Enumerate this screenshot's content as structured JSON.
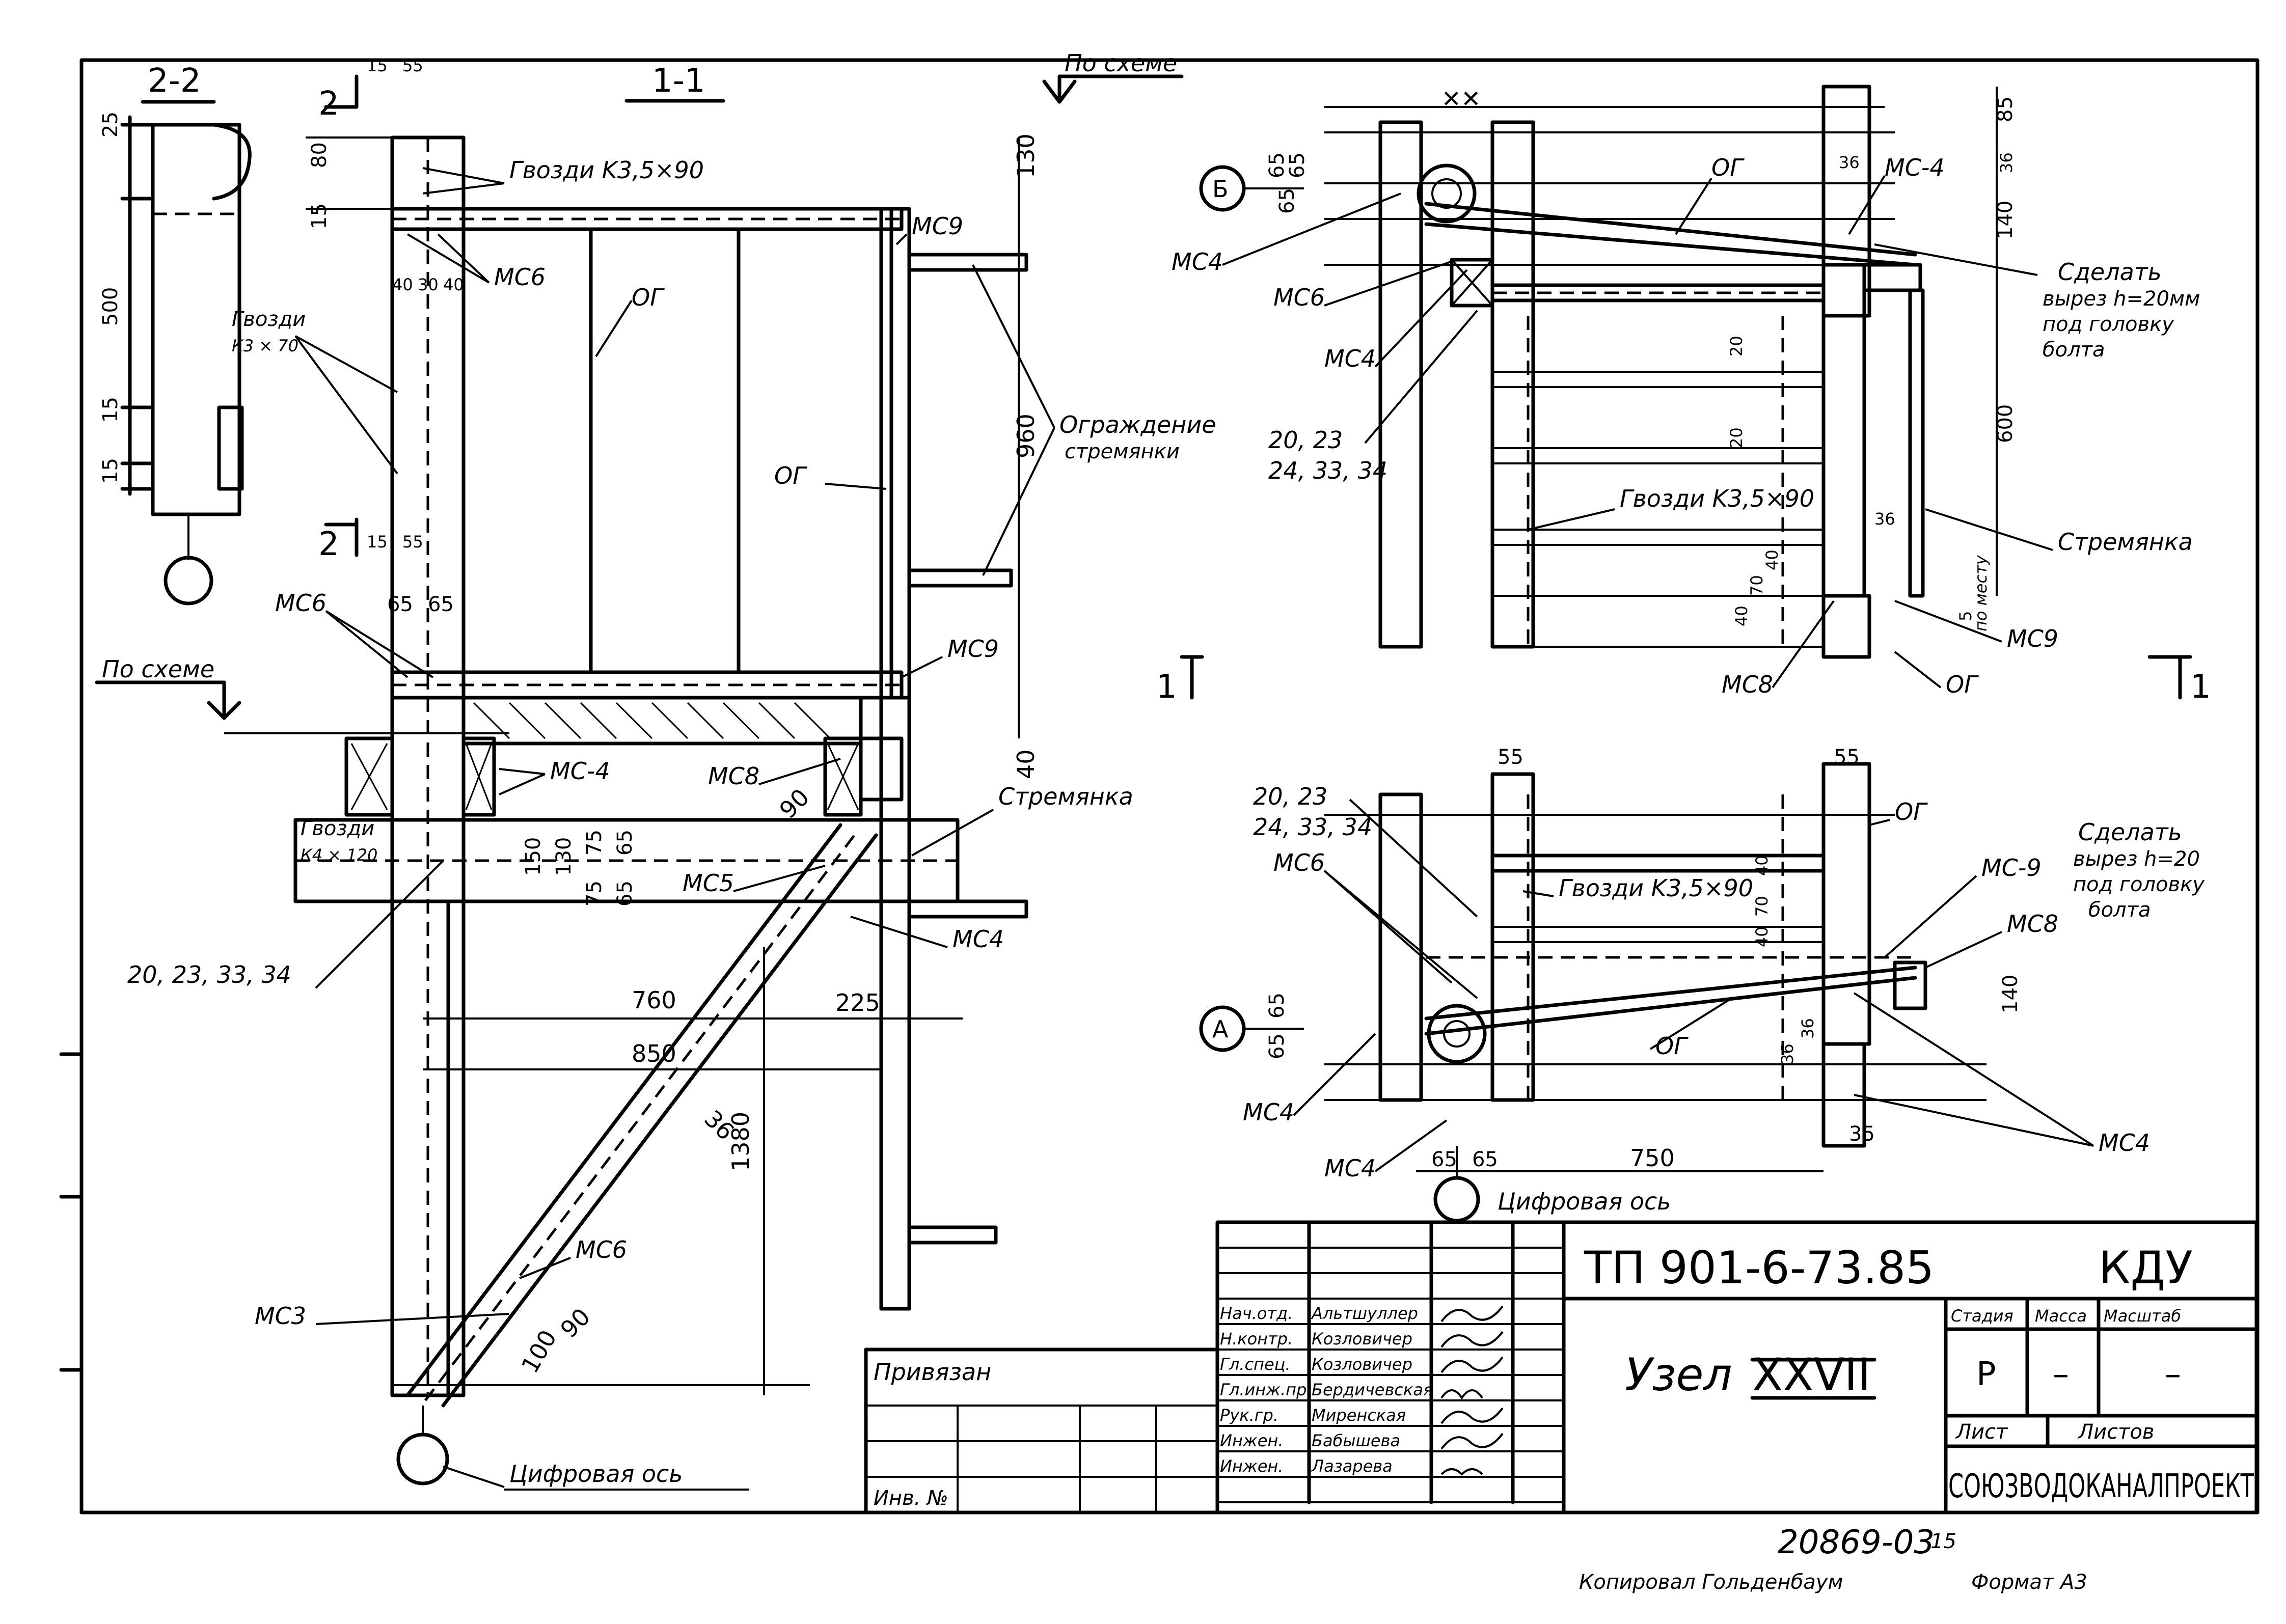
{
  "section_labels": {
    "sec22": "2-2",
    "sec11": "1-1",
    "mark2a": "2",
    "mark2b": "2",
    "mark1a": "1",
    "mark1b": "1"
  },
  "levels": {
    "po_skheme_top": "По схеме",
    "po_skheme_left": "По схеме"
  },
  "nails": {
    "k35x90": "Гвозди K3,5×90",
    "k3x70_1": "Гвозди",
    "k3x70_2": "К3 × 70",
    "k4x120_1": "Гвозди",
    "k4x120_2": "К4 × 120"
  },
  "marks": {
    "mc6": "МС6",
    "mc9": "МС9",
    "mc4": "МС4",
    "mc_4": "МС-4",
    "mc8": "МС8",
    "mc5": "МС5",
    "mc3": "МС3",
    "mc_9": "МС-9",
    "og": "ОГ",
    "og_cap": "ОГ"
  },
  "labels": {
    "ograzhdenie1": "Ограждение",
    "ograzhdenie2": "стремянки",
    "stremyanka": "Стремянка",
    "items1": "20, 23, 33, 34",
    "items2a": "20, 23",
    "items2b": "24, 33, 34",
    "axis": "Цифровая ось",
    "b_circle": "Б",
    "a_circle": "А",
    "sdelat1a": "Сделать",
    "sdelat1b": "вырез h=20мм",
    "sdelat1c": "под головку",
    "sdelat1d": "болта",
    "sdelat2a": "Сделать",
    "sdelat2b": "вырез h=20",
    "sdelat2c": "под головку",
    "sdelat2d": "болта",
    "po_mestu": "по месту"
  },
  "dims": {
    "d15": "15",
    "d55": "55",
    "d25": "25",
    "d500": "500",
    "d80": "80",
    "d130": "130",
    "d960": "960",
    "d40": "40",
    "d65": "65",
    "d150": "150",
    "d75": "75",
    "d760": "760",
    "d850": "850",
    "d225": "225",
    "d1380": "1380",
    "d36": "36",
    "d90": "90",
    "d100": "100",
    "d85": "85",
    "d140": "140",
    "d20": "20",
    "d600": "600",
    "d70": "70",
    "d750": "750",
    "d35": "35",
    "d5": "5",
    "d30": "30"
  },
  "title_block": {
    "code": "ТП 901-6-73.85",
    "org_short": "КДУ",
    "title": "Узел",
    "node": "XXVII",
    "stage_h": "Стадия",
    "mass_h": "Масса",
    "scale_h": "Масштаб",
    "stage": "Р",
    "mass": "–",
    "scale": "–",
    "sheet_h": "Лист",
    "sheets_h": "Листов",
    "company": "СОЮЗВОДОКАНАЛПРОЕКТ",
    "privyazan": "Привязан",
    "inv": "Инв. №",
    "roles": [
      "Нач.отд.",
      "Н.контр.",
      "Гл.спец.",
      "Гл.инж.пр.",
      "Рук.гр.",
      "Инжен.",
      "Инжен."
    ],
    "names": [
      "Альтшуллер",
      "Козловичер",
      "Козловичер",
      "Бердичевская",
      "Миренская",
      "Бабышева",
      "Лазарева"
    ]
  },
  "footer": {
    "number": "20869-03",
    "sheet": "15",
    "kopir": "Копировал Гольденбаум",
    "format": "Формат А3"
  }
}
